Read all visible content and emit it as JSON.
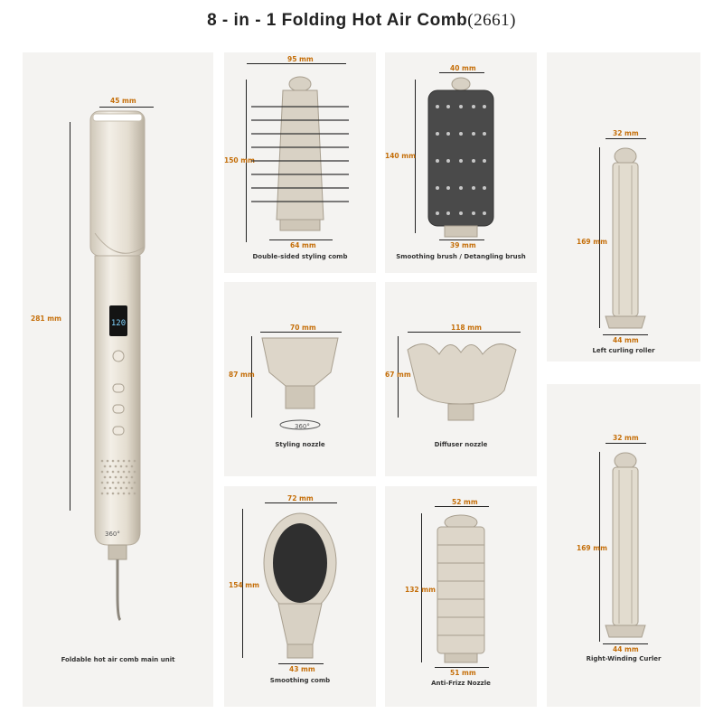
{
  "title": {
    "main": "8 - in - 1 Folding Hot Air Comb",
    "model": "(2661)"
  },
  "main_unit": {
    "caption": "Foldable hot air comb main unit",
    "width": "45 mm",
    "height": "281 mm",
    "display": "120",
    "rotation": "360°"
  },
  "attachments": [
    {
      "caption": "Double-sided styling comb",
      "top": "95 mm",
      "height": "150 mm",
      "bottom": "64 mm"
    },
    {
      "caption": "Smoothing brush / Detangling brush",
      "top": "40 mm",
      "height": "140 mm",
      "bottom": "39 mm"
    },
    {
      "caption": "Left curling roller",
      "top": "32 mm",
      "height": "169 mm",
      "bottom": "44 mm"
    },
    {
      "caption": "Styling nozzle",
      "top": "70 mm",
      "height": "87 mm",
      "rotation": "360°"
    },
    {
      "caption": "Diffuser nozzle",
      "top": "118 mm",
      "height": "67 mm"
    },
    {
      "caption": "Right-Winding Curler",
      "top": "32 mm",
      "height": "169 mm",
      "bottom": "44 mm"
    },
    {
      "caption": "Smoothing comb",
      "top": "72 mm",
      "height": "154 mm",
      "bottom": "43 mm"
    },
    {
      "caption": "Anti-Frizz Nozzle",
      "top": "52 mm",
      "height": "132 mm",
      "bottom": "51 mm"
    }
  ],
  "colors": {
    "accent": "#c56f0a",
    "panel": "#f4f3f1",
    "body": "#e8e2d6"
  }
}
